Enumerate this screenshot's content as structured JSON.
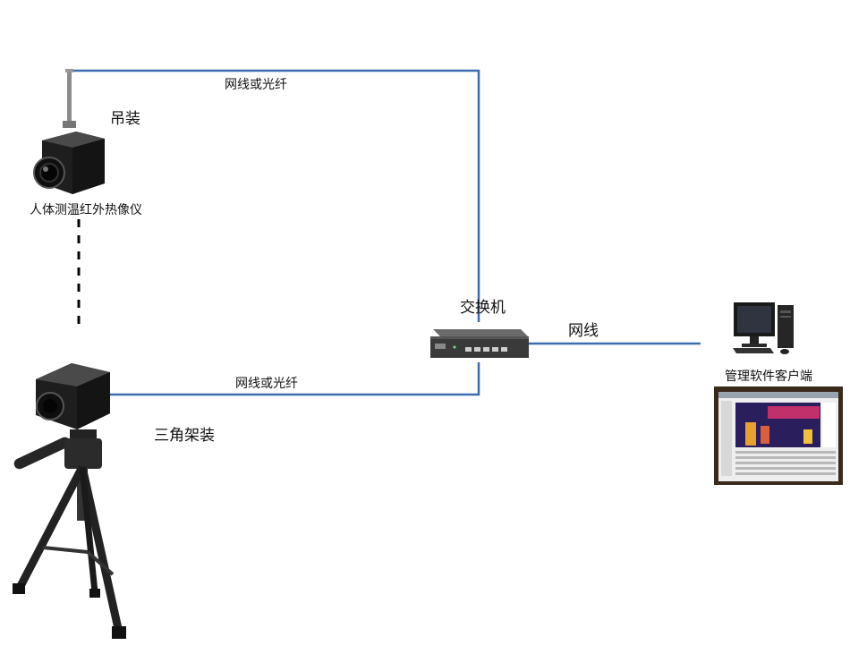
{
  "labels": {
    "top_link": "网线或光纤",
    "bottom_link": "网线或光纤",
    "ceiling_mount": "吊装",
    "camera_name": "人体测温红外热像仪",
    "switch": "交换机",
    "pc_link": "网线",
    "client": "管理软件客户端",
    "tripod_mount": "三角架装"
  },
  "colors": {
    "cable": "#3b6db0",
    "camera_body": "#1e1e1e",
    "switch_body": "#3a3a3a",
    "thermal_bg": "#2a1f5c"
  }
}
